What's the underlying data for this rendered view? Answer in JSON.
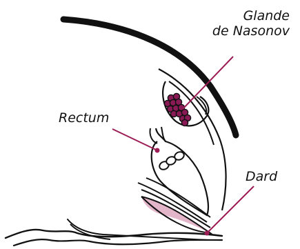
{
  "labels": {
    "glande_line1": "Glande",
    "glande_line2": "de Nasonov",
    "rectum": "Rectum",
    "dard": "Dard"
  },
  "colors": {
    "outline": "#111111",
    "gland": "#8a1a55",
    "leader": "#9c1c56",
    "sting_fill": "#e3b5c8"
  }
}
